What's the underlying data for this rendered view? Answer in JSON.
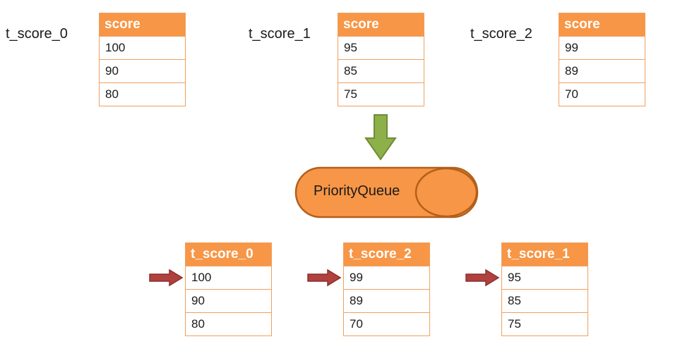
{
  "inputs": [
    {
      "label": "t_score_0",
      "header": "score",
      "rows": [
        "100",
        "90",
        "80"
      ]
    },
    {
      "label": "t_score_1",
      "header": "score",
      "rows": [
        "95",
        "85",
        "75"
      ]
    },
    {
      "label": "t_score_2",
      "header": "score",
      "rows": [
        "99",
        "89",
        "70"
      ]
    }
  ],
  "queue": {
    "label": "PriorityQueue"
  },
  "outputs": [
    {
      "header": "t_score_0",
      "rows": [
        "100",
        "90",
        "80"
      ]
    },
    {
      "header": "t_score_2",
      "rows": [
        "99",
        "89",
        "70"
      ]
    },
    {
      "header": "t_score_1",
      "rows": [
        "95",
        "85",
        "75"
      ]
    }
  ],
  "colors": {
    "header": "#f79646",
    "border": "#f0a060",
    "queue_fill": "#f79646",
    "queue_stroke": "#b25f1c",
    "down_arrow": "#8db04a",
    "pointer_arrow": "#b0413e"
  }
}
